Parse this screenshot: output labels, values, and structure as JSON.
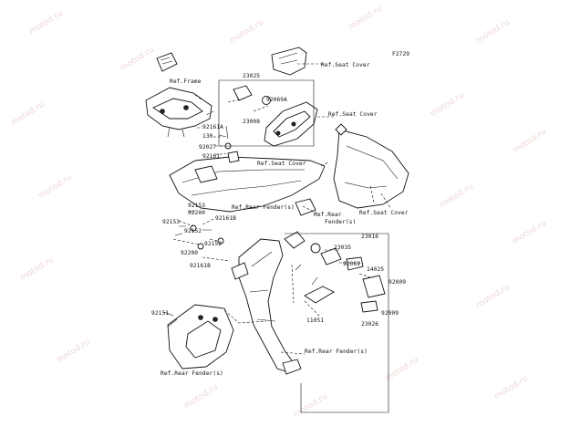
{
  "watermark": "motod.ru",
  "diagram_code": "F2729",
  "labels": {
    "ref_frame": "Ref.Frame",
    "ref_seat_cover_1": "Ref.Seat Cover",
    "ref_seat_cover_2": "Ref.Seat Cover",
    "ref_seat_cover_3": "Ref.Seat Cover",
    "ref_seat_cover_4": "Ref.Seat Cover",
    "ref_rear_fender_1": "Ref.Rear Fender(s)",
    "ref_rear_fender_2_a": "Ref.Rear",
    "ref_rear_fender_2_b": "Fender(s)",
    "ref_rear_fender_3": "Ref.Rear Fender(s)",
    "ref_rear_fender_4": "Ref.Rear Fender(s)"
  },
  "parts": {
    "p23025": "23025",
    "p92069a": "92069A",
    "p23008": "23008",
    "p92161a": "92161A",
    "p130": "130",
    "p92027": "92027",
    "p92161_top": "92161",
    "p92153_a": "92153",
    "p92200_a": "92200",
    "p92161b_a": "92161B",
    "p92153_b": "92153",
    "p92152_a": "92152",
    "p92152_b": "92152",
    "p92200_b": "92200",
    "p92161b_b": "92161B",
    "p92151": "92151",
    "p23016": "23016",
    "p23035": "23035",
    "p92069": "92069",
    "p14025": "14025",
    "p92009_a": "92009",
    "p92009_b": "92009",
    "p11051": "11051",
    "p23026": "23026"
  }
}
